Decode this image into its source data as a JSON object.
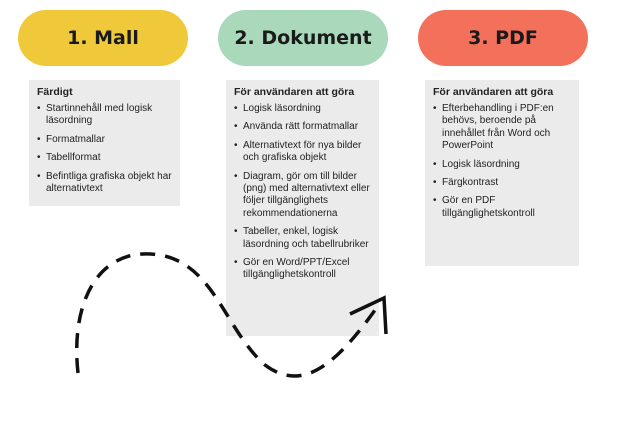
{
  "steps": [
    {
      "title": "1. Mall",
      "color": "#f0c93b",
      "heading": "Färdigt",
      "items": [
        "Startinnehåll med logisk läsordning",
        "Formatmallar",
        "Tabellformat",
        "Befintliga grafiska objekt har alternativtext"
      ]
    },
    {
      "title": "2. Dokument",
      "color": "#a9d8bb",
      "heading": "För användaren att göra",
      "items": [
        "Logisk läsordning",
        "Använda rätt formatmallar",
        "Alternativtext för nya bilder och grafiska objekt",
        "Diagram, gör om till bilder (png) med alternativtext eller följer tillgänglighets rekommendationerna",
        "Tabeller, enkel, logisk läsordning och tabellrubriker",
        "Gör en Word/PPT/Excel tillgänglighetskontroll"
      ]
    },
    {
      "title": "3. PDF",
      "color": "#f3705a",
      "heading": "För användaren att göra",
      "items": [
        "Efterbehandling i PDF:en behövs, beroende på innehållet från Word och PowerPoint",
        "Logisk läsordning",
        "Färgkontrast",
        "Gör en PDF tillgänglighetskontroll"
      ]
    }
  ],
  "arrow": {
    "style": "dashed",
    "color": "#111111",
    "icon": "dashed-curved-arrow-icon"
  }
}
